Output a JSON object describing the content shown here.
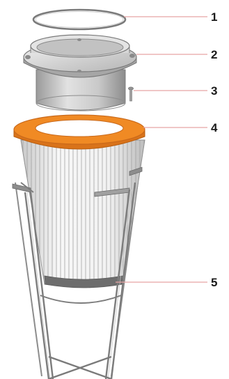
{
  "diagram": {
    "parts": [
      {
        "number": "1",
        "part": "ring-seal"
      },
      {
        "number": "2",
        "part": "filter-lid"
      },
      {
        "number": "3",
        "part": "screw"
      },
      {
        "number": "4",
        "part": "orange-gasket"
      },
      {
        "number": "5",
        "part": "filter-cage"
      }
    ],
    "colors": {
      "leader_line": "#e7a4a4",
      "gasket": "#f08a24",
      "gasket_edge": "#d9731a",
      "metal_light": "#d8d8d8",
      "metal_dark": "#8a8a8a",
      "filter_pleat": "#e6e6e6",
      "cage_wire": "#7c7c7c",
      "text": "#1a1a1a"
    }
  }
}
